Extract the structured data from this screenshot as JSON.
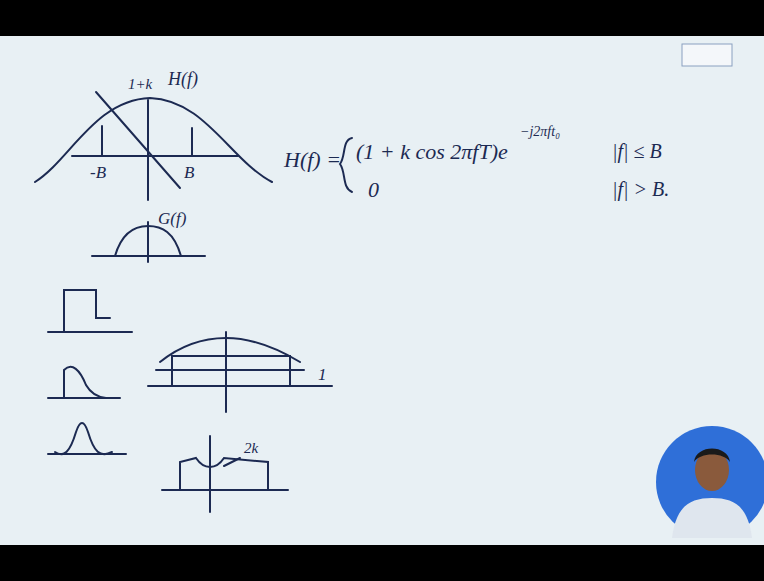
{
  "diagram": {
    "labels": [
      "1+k",
      "H(f)",
      "-B",
      "B",
      "G(f)",
      "1",
      "2k",
      "H(f) =",
      "(1 + k cos 2πfT)e",
      "−j2πft₀",
      "0",
      "|f| ≤ B",
      "|f| > B."
    ]
  }
}
